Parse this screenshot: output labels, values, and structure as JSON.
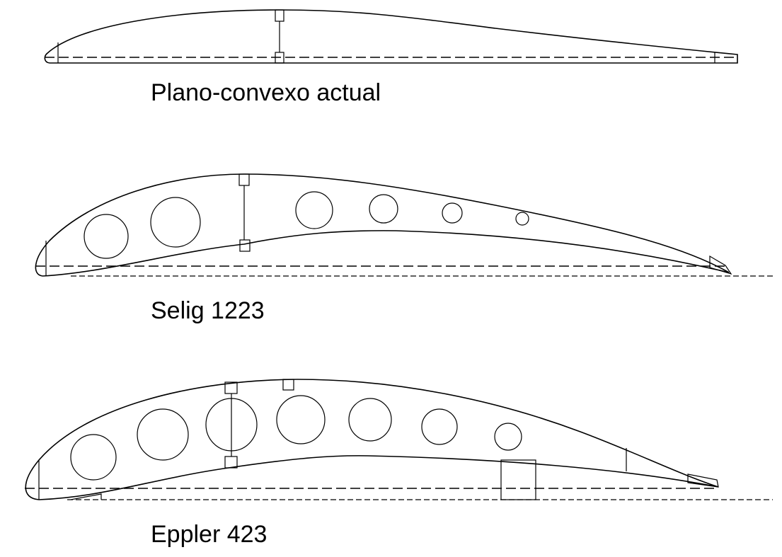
{
  "airfoils": [
    {
      "label": "Plano-convexo actual"
    },
    {
      "label": "Selig 1223"
    },
    {
      "label": "Eppler 423"
    }
  ]
}
